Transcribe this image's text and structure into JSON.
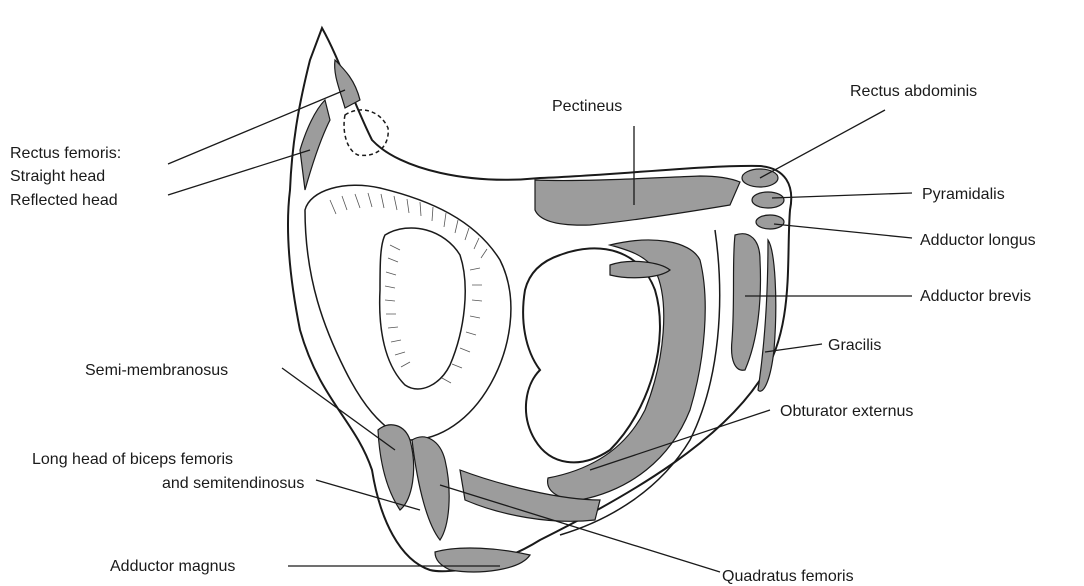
{
  "labels": {
    "rectus_femoris": "Rectus femoris:",
    "straight_head": "Straight head",
    "reflected_head": "Reflected head",
    "pectineus": "Pectineus",
    "rectus_abdominis": "Rectus abdominis",
    "pyramidalis": "Pyramidalis",
    "adductor_longus": "Adductor longus",
    "adductor_brevis": "Adductor brevis",
    "gracilis": "Gracilis",
    "obturator_externus": "Obturator externus",
    "semimembranosus": "Semi-membranosus",
    "long_head_biceps_1": "Long head of biceps femoris",
    "long_head_biceps_2": "and semitendinosus",
    "adductor_magnus": "Adductor magnus",
    "quadratus_femoris": "Quadratus femoris"
  }
}
